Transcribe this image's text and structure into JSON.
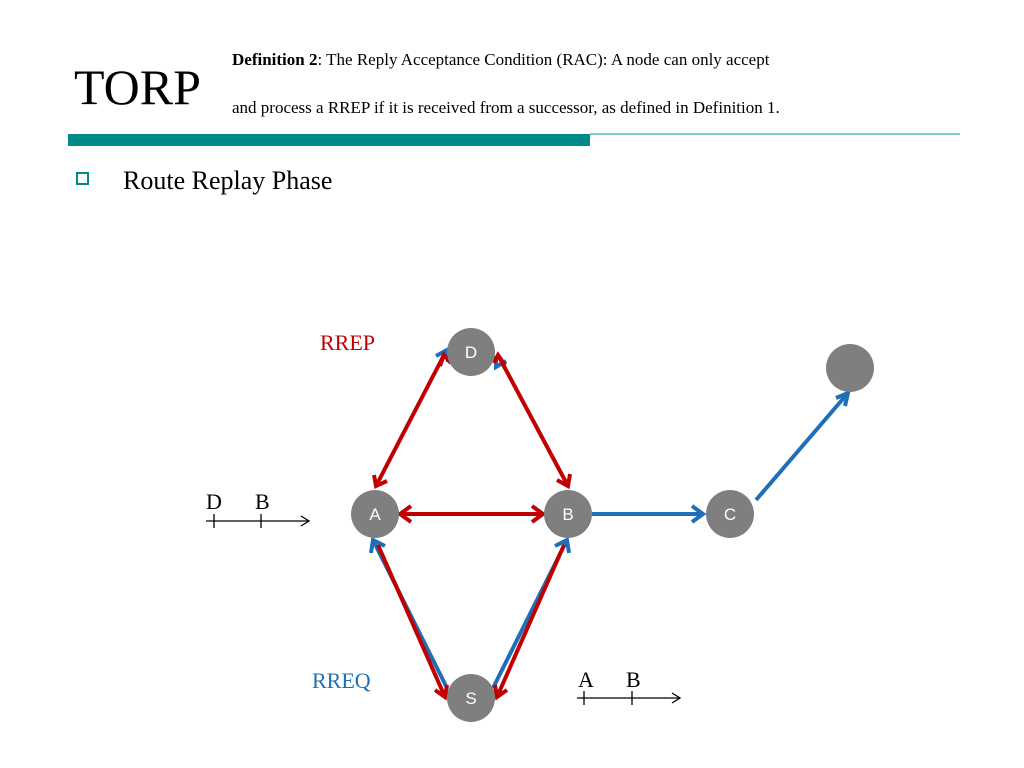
{
  "slide": {
    "title": "TORP",
    "definition": {
      "bold": "Definition 2",
      "line1_rest": ": The Reply Acceptance Condition (RAC): A node can only accept",
      "line2": "and process a RREP if it is received from a successor, as defined in Definition 1."
    },
    "bullet": "Route Replay Phase"
  },
  "colors": {
    "accent_teal": "#008B8B",
    "thin_line": "#7FC8CC",
    "rrep_red": "#C00000",
    "rreq_blue": "#1F6FB8",
    "node_gray": "#7F7F7F"
  },
  "diagram": {
    "rrep_label": "RREP",
    "rreq_label": "RREQ",
    "nodes": {
      "d": "D",
      "a": "A",
      "b": "B",
      "c": "C",
      "s": "S",
      "unnamed": ""
    },
    "order_left": {
      "first": "D",
      "second": "B"
    },
    "order_right": {
      "first": "A",
      "second": "B"
    }
  }
}
